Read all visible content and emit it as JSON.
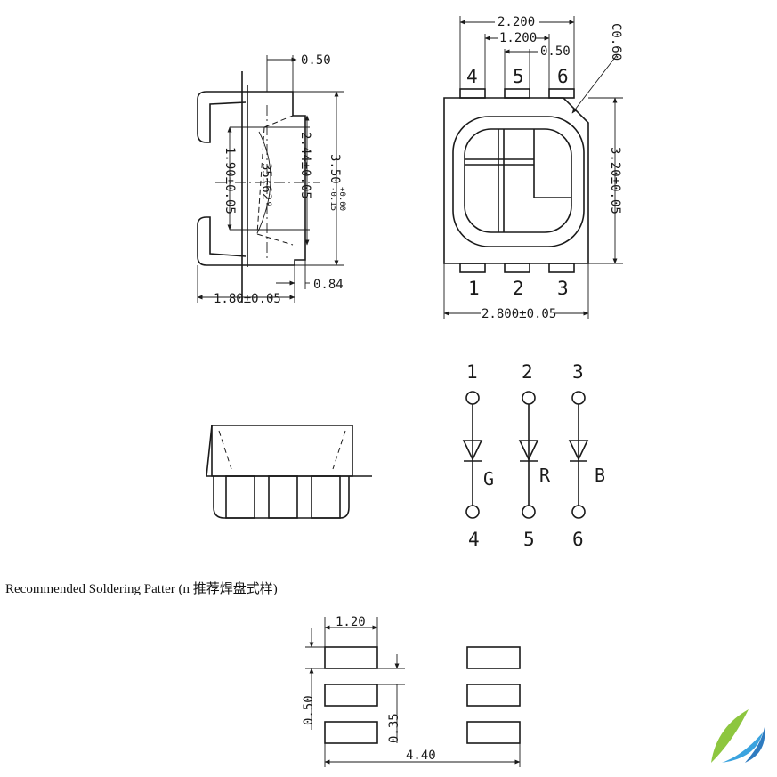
{
  "side_view": {
    "dim_050": "0.50",
    "dim_angle": "35±62°",
    "dim_190": "1.90±0.05",
    "dim_244": "2.44±0.05",
    "dim_350": "3.50",
    "dim_350_upper_tol": "+0.00",
    "dim_350_lower_tol": "-0.15",
    "dim_180": "1.80±0.05",
    "dim_084": "0.84"
  },
  "top_view": {
    "dim_2200": "2.200",
    "dim_1200": "1.200",
    "dim_050": "0.50",
    "dim_chamfer": "C0.60",
    "dim_320": "3.20±0.05",
    "dim_2800": "2.800±0.05",
    "pins_top": [
      "4",
      "5",
      "6"
    ],
    "pins_bottom": [
      "1",
      "2",
      "3"
    ]
  },
  "schematic": {
    "pins_top": [
      "1",
      "2",
      "3"
    ],
    "pins_bottom": [
      "4",
      "5",
      "6"
    ],
    "led_labels": [
      "G",
      "R",
      "B"
    ]
  },
  "soldering": {
    "title": "Recommended Soldering Patter (n 推荐焊盘式样)",
    "dim_120": "1.20",
    "dim_050": "0.50",
    "dim_035": "0.35",
    "dim_440": "4.40"
  },
  "logo": {
    "colors": [
      "#8dc63f",
      "#2e7bc0",
      "#3aa3df"
    ]
  }
}
